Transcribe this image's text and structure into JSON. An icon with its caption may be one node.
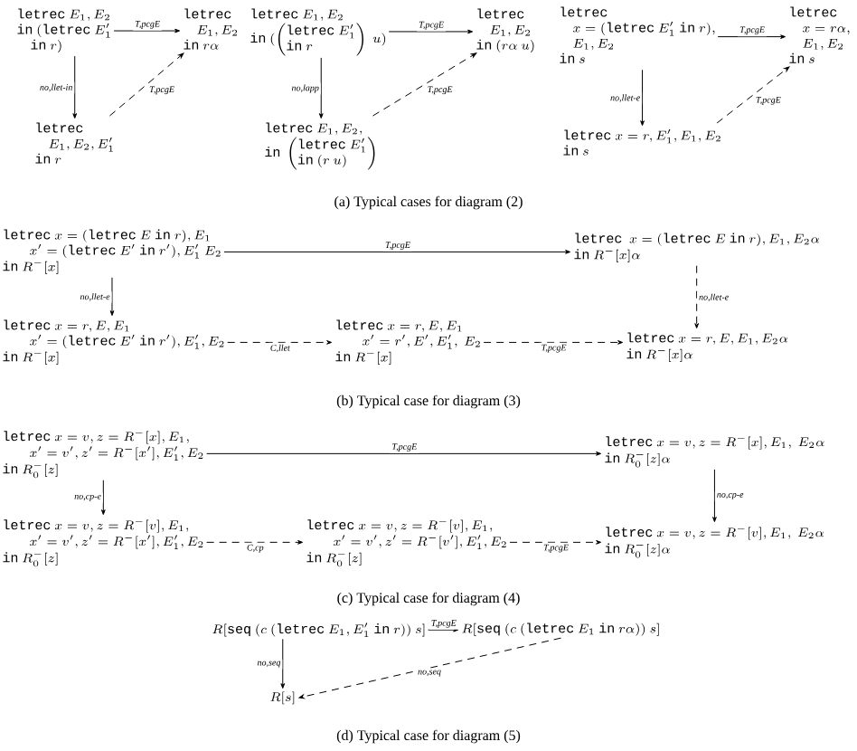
{
  "diagram": {
    "nodes": [
      {
        "text": [
          "\\begin{array}{l}\\mathtt{letrec}\\ E_1,E_2\\\\ \\mathtt{in}\\ (\\mathtt{letrec}\\ E_1'\\\\ \\quad\\mathtt{in}\\ r)\\end{array}"
        ]
      },
      {
        "text": [
          "\\begin{array}{l}\\mathtt{letrec}\\\\ \\quad E_1,E_2\\\\ \\mathtt{in}\\ r\\alpha\\end{array}"
        ]
      },
      {
        "text": [
          "\\begin{array}{l}\\mathtt{letrec}\\\\ \\quad E_1,E_2,E_1'\\\\ \\mathtt{in}\\ r\\end{array}"
        ]
      },
      {
        "text": [
          "\\begin{array}{l}\\mathtt{letrec}\\ E_1,E_2\\\\ \\mathtt{in}\\ (\\left(\\begin{array}{l}\\mathtt{letrec}\\ E_1'\\\\ \\mathtt{in}\\ r\\end{array}\\right)\\ u)\\end{array}"
        ]
      },
      {
        "text": [
          "\\begin{array}{l}\\mathtt{letrec}\\\\ \\quad E_1,E_2\\\\ \\mathtt{in}\\ (r\\alpha\\ u)\\end{array}"
        ]
      },
      {
        "text": [
          "\\begin{array}{l}\\mathtt{letrec}\\ E_1,E_2,\\\\ \\mathtt{in}\\ \\left(\\begin{array}{l}\\mathtt{letrec}\\ E_1'\\\\ \\mathtt{in}\\ (r\\ u)\\end{array}\\right)\\end{array}"
        ]
      },
      {
        "text": [
          "\\begin{array}{l}\\mathtt{letrec}\\\\ \\quad x=(\\mathtt{letrec}\\ E_1'\\ \\mathtt{in}\\ r),\\\\ \\quad E_1,E_2\\\\ \\mathtt{in}\\ s\\end{array}"
        ]
      },
      {
        "text": [
          "\\begin{array}{l}\\mathtt{letrec}\\\\ \\quad x=r\\alpha,\\\\ \\quad E_1,E_2\\\\ \\mathtt{in}\\ s\\end{array}"
        ]
      },
      {
        "text": [
          "\\begin{array}{l}\\mathtt{letrec}\\ x=r,E_1',E_1,E_2\\\\ \\mathtt{in}\\ s\\end{array}"
        ]
      },
      {
        "text": [
          "\\begin{array}{l}\\mathtt{letrec}\\ x=(\\mathtt{letrec}\\ E\\ \\mathtt{in}\\ r),E_1\\\\ \\qquad x'=(\\mathtt{letrec}\\ E'\\ \\mathtt{in}\\ r'),E_1'\\ E_2\\\\ \\mathtt{in}\\ R^-[x]\\end{array}"
        ]
      },
      {
        "text": [
          "\\begin{array}{l}\\mathtt{letrec}\\ \\ x=(\\mathtt{letrec}\\ E\\ \\mathtt{in}\\ r),E_1,E_2\\alpha\\\\ \\mathtt{in}\\ R^-[x]\\alpha\\end{array}"
        ]
      },
      {
        "text": [
          "\\begin{array}{l}\\mathtt{letrec}\\ x=r,E,E_1\\\\ \\qquad x'=(\\mathtt{letrec}\\ E'\\ \\mathtt{in}\\ r'),E_1',E_2\\\\ \\mathtt{in}\\ R^-[x]\\end{array}"
        ]
      },
      {
        "text": [
          "\\begin{array}{l}\\mathtt{letrec}\\ x=r,E,E_1\\\\ \\qquad x'=r',E',E_1',\\ E_2\\\\ \\mathtt{in}\\ R^-[x]\\end{array}"
        ]
      },
      {
        "text": [
          "\\begin{array}{l}\\mathtt{letrec}\\ x=r,E,E_1,E_2\\alpha\\\\ \\mathtt{in}\\ R^-[x]\\alpha\\end{array}"
        ]
      },
      {
        "text": [
          "\\begin{array}{l}\\mathtt{letrec}\\ x=v,z=R^-[x],E_1,\\\\ \\qquad x'=v',z'=R^-[x'],E_1',E_2\\\\ \\mathtt{in}\\ R_0^-[z]\\end{array}"
        ]
      },
      {
        "text": [
          "\\begin{array}{l}\\mathtt{letrec}\\ x=v,z=R^-[x],E_1,\\ E_2\\alpha\\\\ \\mathtt{in}\\ R_0^-[z]\\alpha\\end{array}"
        ]
      },
      {
        "text": [
          "\\begin{array}{l}\\mathtt{letrec}\\ x=v,z=R^-[v],E_1,\\\\ \\qquad x'=v',z'=R^-[x'],E_1',E_2\\\\ \\mathtt{in}\\ R_0^-[z]\\end{array}"
        ]
      },
      {
        "text": [
          "\\begin{array}{l}\\mathtt{letrec}\\ x=v,z=R^-[v],E_1,\\\\ \\qquad x'=v',z'=R^-[v'],E_1',E_2\\\\ \\mathtt{in}\\ R_0^-[z]\\end{array}"
        ]
      },
      {
        "text": [
          "\\begin{array}{l}\\mathtt{letrec}\\ x=v,z=R^-[v],E_1,\\ E_2\\alpha\\\\ \\mathtt{in}\\ R_0^-[z]\\alpha\\end{array}"
        ]
      },
      {
        "text": [
          "R[\\mathtt{seq}\\ (c\\ (\\mathtt{letrec}\\ E_1,E_1'\\ \\mathtt{in}\\ r))\\ s]"
        ]
      },
      {
        "text": [
          "R[\\mathtt{seq}\\ (c\\ (\\mathtt{letrec}\\ E_1\\ \\mathtt{in}\\ r\\alpha))\\ s]"
        ]
      },
      {
        "text": [
          "R[s]"
        ]
      }
    ],
    "edges": [
      {
        "from": 0,
        "to": 1,
        "arrow": "to",
        "label": "T,pcgE"
      },
      {
        "from": 0,
        "to": 2,
        "arrow": "to",
        "label": "no,llet-in"
      },
      {
        "from": 2,
        "to": 1,
        "arrow": "to",
        "label": "T,pcgE",
        "style": "dashed"
      },
      {
        "from": 3,
        "to": 4,
        "arrow": "to",
        "label": "T,pcgE"
      },
      {
        "from": 3,
        "to": 5,
        "arrow": "to",
        "label": "no,lapp"
      },
      {
        "from": 5,
        "to": 4,
        "arrow": "to",
        "label": "T,pcgE",
        "style": "dashed"
      },
      {
        "from": 6,
        "to": 7,
        "arrow": "to",
        "label": "T,pcgE"
      },
      {
        "from": 6,
        "to": 8,
        "arrow": "to",
        "label": "no,llet-e"
      },
      {
        "from": 8,
        "to": 7,
        "arrow": "to",
        "label": "T,pcgE",
        "style": "dashed"
      },
      {
        "from": 9,
        "to": 10,
        "arrow": "to",
        "label": "T,pcgE"
      },
      {
        "from": 9,
        "to": 11,
        "arrow": "to",
        "label": "no,llet-e"
      },
      {
        "from": 11,
        "to": 12,
        "arrow": "to",
        "label": "C,llet",
        "style": "dashed"
      },
      {
        "from": 12,
        "to": 13,
        "arrow": "to",
        "label": "T,pcgE",
        "style": "dashed"
      },
      {
        "from": 10,
        "to": 13,
        "arrow": "to",
        "label": "no,llet-e",
        "style": "dashed"
      },
      {
        "from": 14,
        "to": 15,
        "arrow": "to",
        "label": "T,pcgE"
      },
      {
        "from": 14,
        "to": 16,
        "arrow": "to",
        "label": "no,cp-e"
      },
      {
        "from": 15,
        "to": 18,
        "arrow": "to",
        "label": "no,cp-e"
      },
      {
        "from": 16,
        "to": 17,
        "arrow": "to",
        "label": "C,cp",
        "style": "dashed"
      },
      {
        "from": 17,
        "to": 18,
        "arrow": "to",
        "label": "T,pcgE",
        "style": "dashed"
      },
      {
        "from": 19,
        "to": 20,
        "arrow": "to",
        "label": "T,pcgE"
      },
      {
        "from": 19,
        "to": 21,
        "arrow": "to",
        "label": "no,seq"
      },
      {
        "from": 20,
        "to": 21,
        "arrow": "to",
        "label": "no,seq",
        "style": "dashed"
      }
    ],
    "labels": [
      "(a) Typical cases for diagram (2)",
      "(b) Typical case for diagram (3)",
      "(c) Typical case for diagram (4)",
      "(d) Typical case for diagram (5)"
    ]
  }
}
